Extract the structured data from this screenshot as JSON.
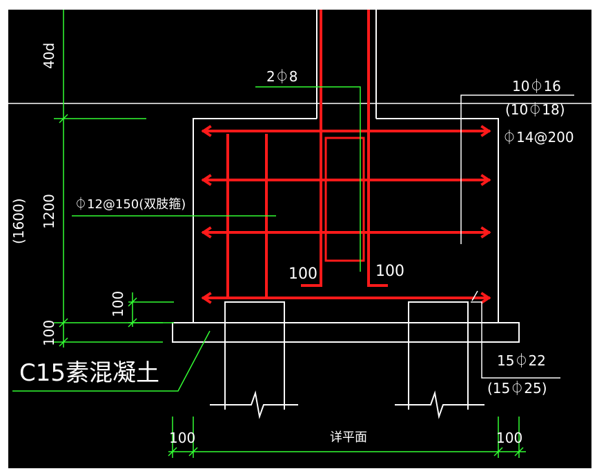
{
  "colors": {
    "background": "#000000",
    "rebar": "#ff1a1a",
    "concrete_outline": "#ffffff",
    "dimension": "#33ff33",
    "text": "#ffffff"
  },
  "labels": {
    "anchorage": "40d",
    "height_total": "(1600)",
    "height_main": "1200",
    "cushion_100_a": "100",
    "cushion_100_b": "100",
    "column_bars": "2⏀8",
    "top_bars_1": "10⏀16",
    "top_bars_2": "(10⏀18)",
    "side_bars": "⏀14@200",
    "stirrups": "⏀12@150(双肢箍)",
    "hook_left": "100",
    "hook_right": "100",
    "bottom_bars_1": "15⏀22",
    "bottom_bars_2": "(15⏀25)",
    "cushion_material": "C15素混凝土",
    "offset_left": "100",
    "offset_right": "100",
    "plan_ref": "详平面"
  }
}
